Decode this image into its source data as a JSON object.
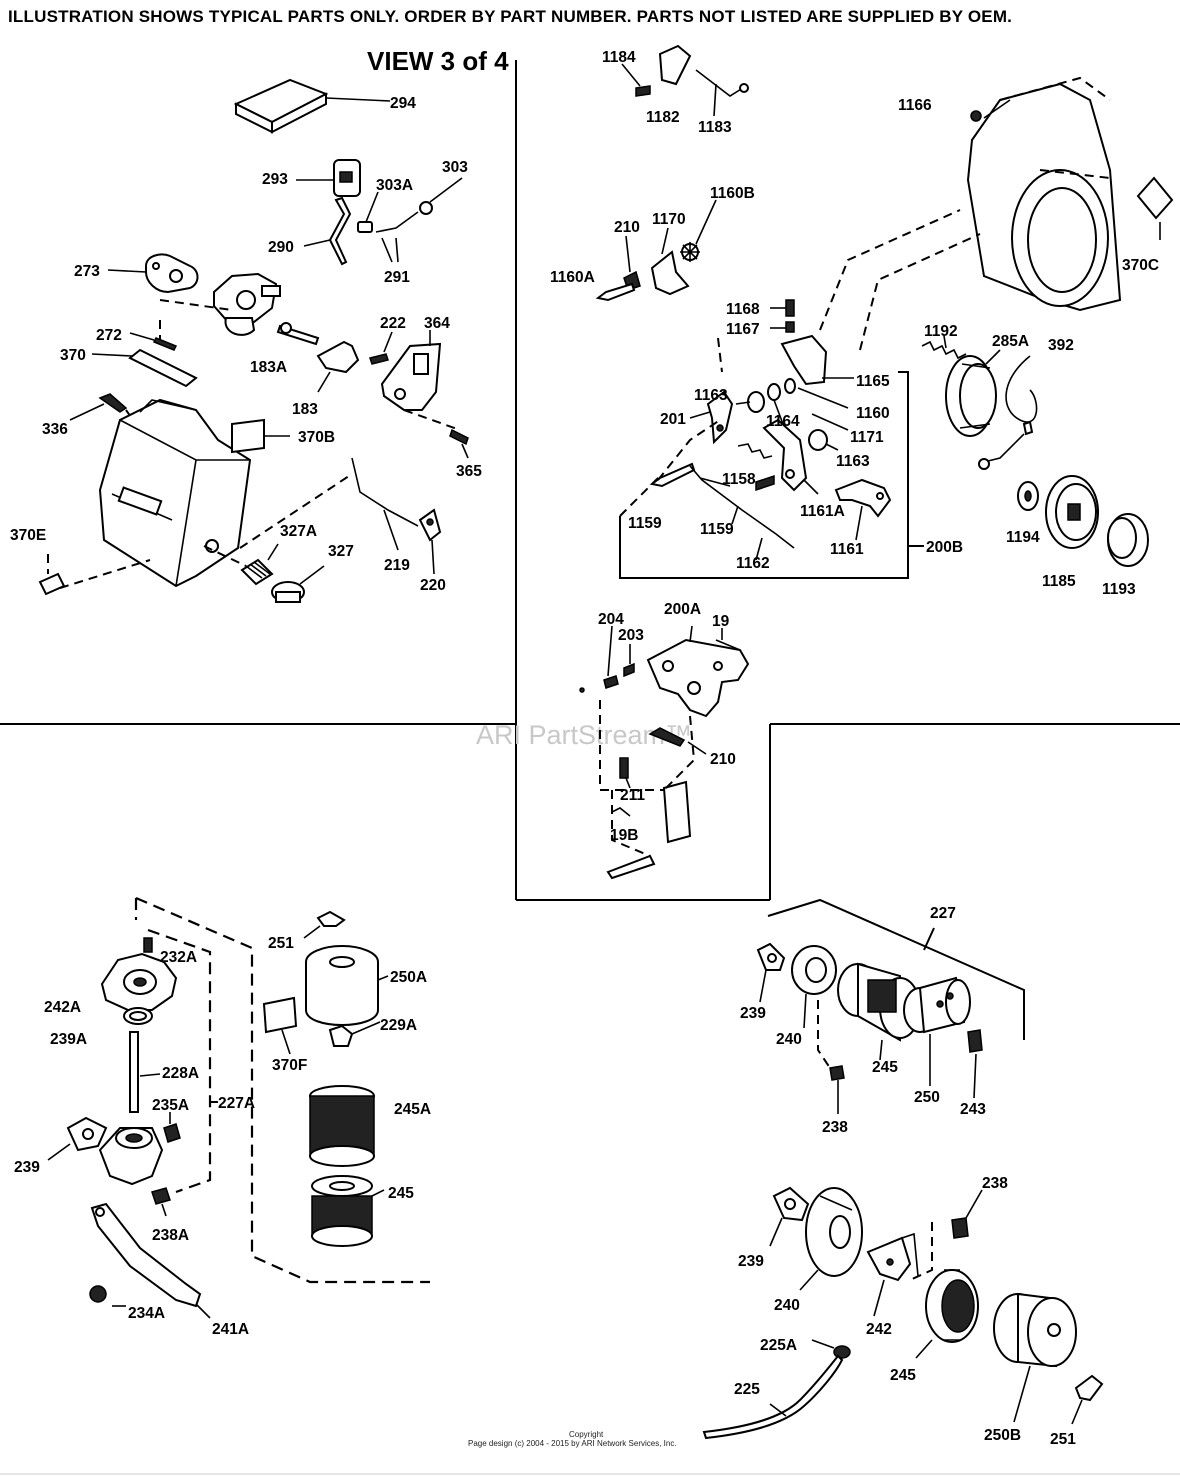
{
  "header": {
    "notice": "ILLUSTRATION SHOWS TYPICAL PARTS ONLY. ORDER BY PART NUMBER. PARTS NOT LISTED ARE SUPPLIED BY OEM.",
    "view_title": "VIEW 3 of 4"
  },
  "watermark": "ARI PartStream™",
  "footer": {
    "copyright": "Copyright",
    "page_design": "Page design (c) 2004 - 2015 by ARI Network Services, Inc."
  },
  "labels": {
    "p294": "294",
    "p293": "293",
    "p303A": "303A",
    "p303": "303",
    "p290": "290",
    "p291": "291",
    "p273": "273",
    "p272": "272",
    "p370": "370",
    "p183A": "183A",
    "p222": "222",
    "p364": "364",
    "p183": "183",
    "p336": "336",
    "p370B": "370B",
    "p365": "365",
    "p370E": "370E",
    "p327A": "327A",
    "p327": "327",
    "p219": "219",
    "p220": "220",
    "p1184": "1184",
    "p1182": "1182",
    "p1183": "1183",
    "p1166": "1166",
    "p1160B": "1160B",
    "p210": "210",
    "p1170": "1170",
    "p1160A": "1160A",
    "p370C": "370C",
    "p1168": "1168",
    "p1167": "1167",
    "p1192": "1192",
    "p285A": "285A",
    "p392": "392",
    "p1163": "1163",
    "p1165": "1165",
    "p201": "201",
    "p1164": "1164",
    "p1160": "1160",
    "p1171": "1171",
    "p1163b": "1163",
    "p1158": "1158",
    "p1159": "1159",
    "p1159b": "1159",
    "p1161A": "1161A",
    "p1162": "1162",
    "p1161": "1161",
    "p200B": "200B",
    "p1194": "1194",
    "p1185": "1185",
    "p1193": "1193",
    "p204": "204",
    "p200A": "200A",
    "p19": "19",
    "p203": "203",
    "p210b": "210",
    "p211": "211",
    "p19B": "19B",
    "p251": "251",
    "p232A": "232A",
    "p250A": "250A",
    "p242A": "242A",
    "p239A": "239A",
    "p229A": "229A",
    "p370F": "370F",
    "p228A": "228A",
    "p227A": "227A",
    "p235A": "235A",
    "p245A": "245A",
    "p239": "239",
    "p238A": "238A",
    "p245": "245",
    "p234A": "234A",
    "p241A": "241A",
    "p227": "227",
    "p239b": "239",
    "p240": "240",
    "p245b": "245",
    "p250": "250",
    "p243": "243",
    "p238": "238",
    "p238b": "238",
    "p239c": "239",
    "p240b": "240",
    "p242": "242",
    "p245c": "245",
    "p225A": "225A",
    "p225": "225",
    "p250B": "250B",
    "p251b": "251"
  }
}
